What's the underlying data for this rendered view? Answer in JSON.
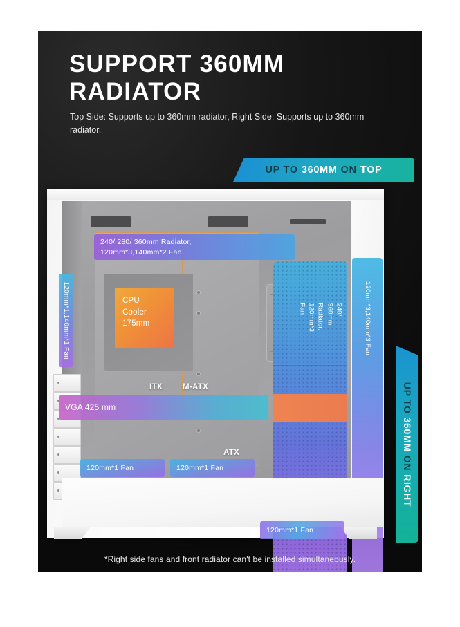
{
  "headline": {
    "line1": "SUPPORT 360MM",
    "line2": "RADIATOR"
  },
  "subtext": "Top Side: Supports up to 360mm radiator,\nRight Side: Supports up to 360mm radiator.",
  "banners": {
    "top": {
      "prefix": "UP TO",
      "highlight": "360MM",
      "middle": "ON",
      "suffix": "TOP"
    },
    "right": {
      "prefix": "UP TO",
      "highlight": "360MM",
      "middle": "ON",
      "suffix": "RIGHT"
    }
  },
  "callouts": {
    "top_radiator": "240/ 280/ 360mm Radiator,\n120mm*3,140mm*2 Fan",
    "left_fan": "120mm*1,140mm*1 Fan",
    "cpu_cooler": {
      "line1": "CPU",
      "line2": "Cooler",
      "line3": "175mm"
    },
    "mesh_radiator": "240/ 360mm Radiator,\n120mm*3 Fan",
    "right_fan": "120mm*3,140mm*3 Fan",
    "vga": "VGA 425 mm",
    "bottom_fan_1": "120mm*1 Fan",
    "bottom_fan_2": "120mm*1 Fan",
    "bottom_fan_3": "120mm*1 Fan"
  },
  "form_factors": {
    "itx": "ITX",
    "matx": "M-ATX",
    "atx": "ATX"
  },
  "disclaimer": "*Right side fans and front radiator can't be installed simultaneously.",
  "colors": {
    "background": "#0a0a0a",
    "accent_teal": "#17b49c",
    "accent_blue": "#1b8fd4",
    "accent_purple": "#a978ef",
    "accent_orange": "#ef8351",
    "chassis_white": "#fbfbfb"
  }
}
